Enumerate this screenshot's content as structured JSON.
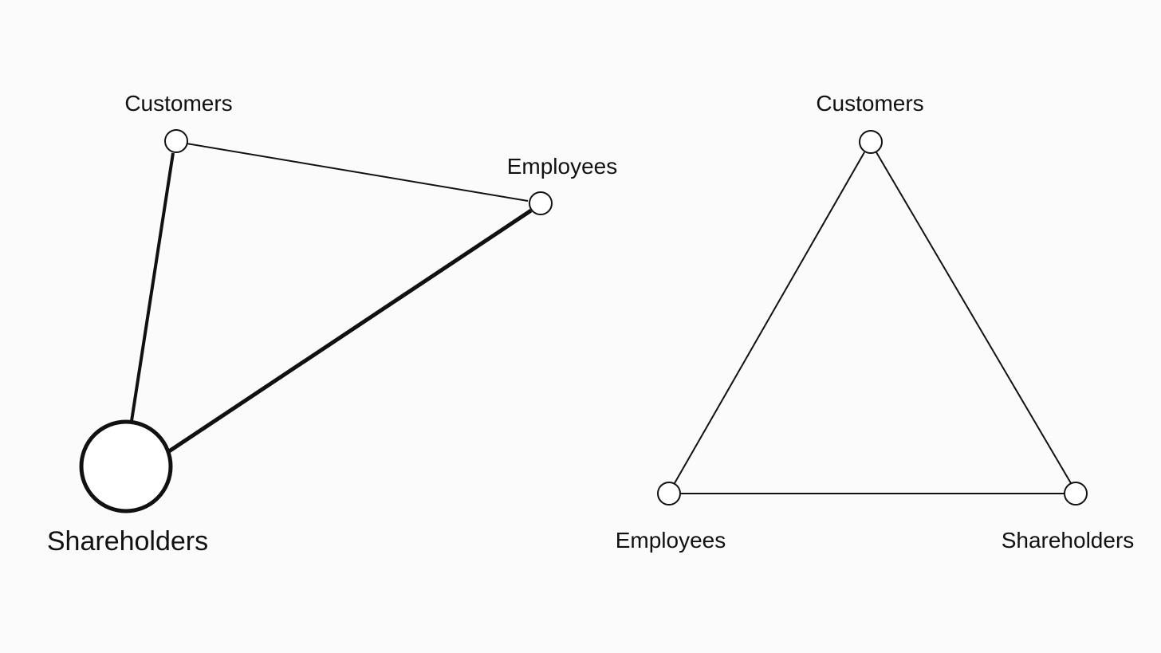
{
  "left_diagram": {
    "nodes": {
      "customers": "Customers",
      "employees": "Employees",
      "shareholders": "Shareholders"
    }
  },
  "right_diagram": {
    "nodes": {
      "customers": "Customers",
      "employees": "Employees",
      "shareholders": "Shareholders"
    }
  }
}
